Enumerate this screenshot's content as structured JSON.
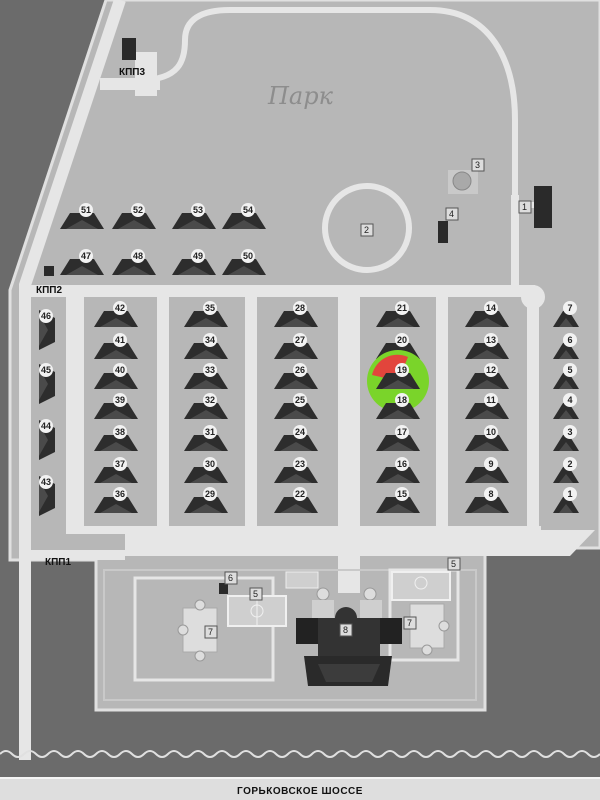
{
  "park_label": "Парк",
  "highway_label": "ГОРЬКОВСКОЕ ШОССЕ",
  "gates": {
    "kpp1": "КПП1",
    "kpp2": "КПП2",
    "kpp3": "КПП3"
  },
  "facilities": {
    "f1": "1",
    "f2": "2",
    "f3": "3",
    "f4": "4",
    "f5a": "5",
    "f5b": "5",
    "f6": "6",
    "f7a": "7",
    "f7b": "7",
    "f8": "8"
  },
  "selected_house": "19",
  "colors": {
    "background": "#6b6b6b",
    "road": "#e6e6e6",
    "highlight_green": "#7ad42a",
    "highlight_red": "#e2453c"
  },
  "houses": {
    "upper_row": [
      "51",
      "52",
      "53",
      "54"
    ],
    "second_row": [
      "47",
      "48",
      "49",
      "50"
    ],
    "left_column": [
      "46",
      "45",
      "44",
      "43"
    ],
    "col1": [
      "42",
      "41",
      "40",
      "39",
      "38",
      "37",
      "36"
    ],
    "col2": [
      "35",
      "34",
      "33",
      "32",
      "31",
      "30",
      "29"
    ],
    "col3": [
      "28",
      "27",
      "26",
      "25",
      "24",
      "23",
      "22"
    ],
    "col4": [
      "21",
      "20",
      "19",
      "18",
      "17",
      "16",
      "15"
    ],
    "col5": [
      "14",
      "13",
      "12",
      "11",
      "10",
      "9",
      "8"
    ],
    "col6": [
      "7",
      "6",
      "5",
      "4",
      "3",
      "2",
      "1"
    ]
  }
}
